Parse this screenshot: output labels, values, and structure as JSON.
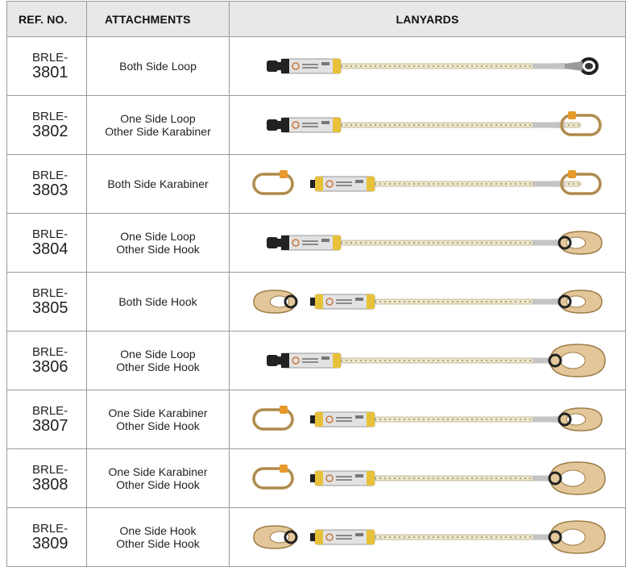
{
  "header": {
    "ref": "REF. NO.",
    "attachments": "ATTACHMENTS",
    "lanyards": "LANYARDS"
  },
  "rows": [
    {
      "ref_prefix": "BRLE-",
      "ref_num": "3801",
      "att_lines": [
        "Both Side Loop"
      ],
      "left": "loop",
      "right": "loop",
      "absorber": "black"
    },
    {
      "ref_prefix": "BRLE-",
      "ref_num": "3802",
      "att_lines": [
        "One Side Loop",
        "Other Side Karabiner"
      ],
      "left": "loop",
      "right": "karabiner",
      "absorber": "black"
    },
    {
      "ref_prefix": "BRLE-",
      "ref_num": "3803",
      "att_lines": [
        "Both Side Karabiner"
      ],
      "left": "karabiner",
      "right": "karabiner",
      "absorber": "gold"
    },
    {
      "ref_prefix": "BRLE-",
      "ref_num": "3804",
      "att_lines": [
        "One Side Loop",
        "Other Side Hook"
      ],
      "left": "loop",
      "right": "hook",
      "absorber": "black"
    },
    {
      "ref_prefix": "BRLE-",
      "ref_num": "3805",
      "att_lines": [
        "Both Side Hook"
      ],
      "left": "hook",
      "right": "hook",
      "absorber": "gold"
    },
    {
      "ref_prefix": "BRLE-",
      "ref_num": "3806",
      "att_lines": [
        "One Side Loop",
        "Other Side Hook"
      ],
      "left": "loop",
      "right": "bighook",
      "absorber": "black"
    },
    {
      "ref_prefix": "BRLE-",
      "ref_num": "3807",
      "att_lines": [
        "One Side Karabiner",
        "Other Side Hook"
      ],
      "left": "karabiner",
      "right": "hook",
      "absorber": "gold"
    },
    {
      "ref_prefix": "BRLE-",
      "ref_num": "3808",
      "att_lines": [
        "One Side Karabiner",
        "Other Side Hook"
      ],
      "left": "karabiner",
      "right": "bighook",
      "absorber": "gold"
    },
    {
      "ref_prefix": "BRLE-",
      "ref_num": "3809",
      "att_lines": [
        "One Side Hook",
        "Other Side Hook"
      ],
      "left": "hook",
      "right": "bighook",
      "absorber": "gold"
    }
  ]
}
